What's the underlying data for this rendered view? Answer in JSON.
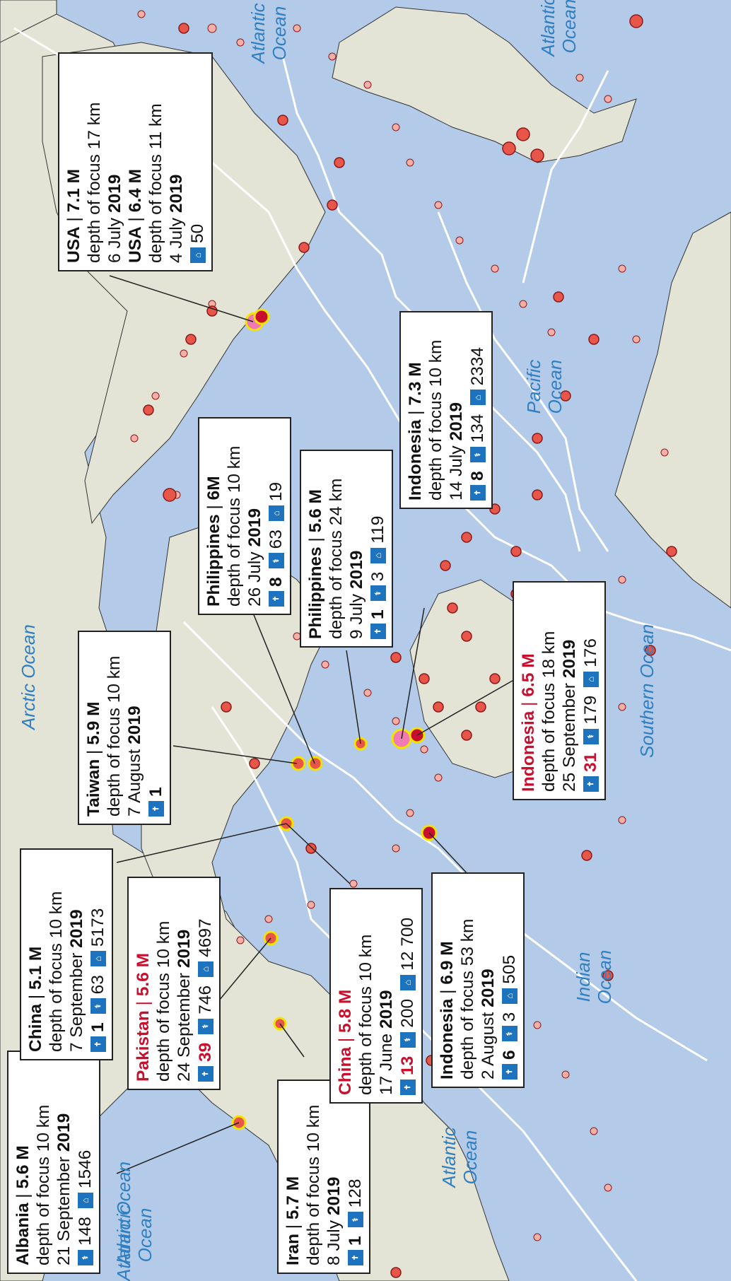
{
  "oceans": {
    "atlantic_bl": "Atlantic Ocean",
    "iran_atlantic": "Atlantic Ocean",
    "indian": "Indian Ocean",
    "southern": "Southern Ocean",
    "pacific": "Pacific Ocean",
    "arctic": "Arctic Ocean",
    "atlantic_tr": "Atlantic Ocean",
    "atlantic_top": "Atlantic Ocean"
  },
  "labels": {
    "albania": {
      "country": "Albania",
      "mag": "5.6 M",
      "depth": "depth of focus 10 km",
      "date": "21 September",
      "year": "2019",
      "injured": "148",
      "buildings": "1546"
    },
    "iran": {
      "country": "Iran",
      "mag": "5.7 M",
      "depth": "depth of focus 10 km",
      "date": "8 July",
      "year": "2019",
      "dead": "1",
      "injured": "128"
    },
    "china1": {
      "country": "China",
      "mag": "5.1 M",
      "depth": "depth of focus 10 km",
      "date": "7 September",
      "year": "2019",
      "dead": "1",
      "injured": "63",
      "buildings": "5173"
    },
    "pakistan": {
      "country": "Pakistan",
      "mag": "5.6 M",
      "depth": "depth of focus 10 km",
      "date": "24 September",
      "year": "2019",
      "dead": "39",
      "injured": "746",
      "buildings": "4697"
    },
    "china2": {
      "country": "China",
      "mag": "5.8 M",
      "depth": "depth of focus 10 km",
      "date": "17 June",
      "year": "2019",
      "dead": "13",
      "injured": "200",
      "buildings": "12 700"
    },
    "indonesia_aug": {
      "country": "Indonesia",
      "mag": "6.9 M",
      "depth": "depth of focus 53 km",
      "date": "2 August",
      "year": "2019",
      "dead": "6",
      "injured": "3",
      "buildings": "505"
    },
    "taiwan": {
      "country": "Taiwan",
      "mag": "5.9 M",
      "depth": "depth of focus 10 km",
      "date": "7 August",
      "year": "2019",
      "dead": "1"
    },
    "indonesia_sep": {
      "country": "Indonesia",
      "mag": "6.5 M",
      "depth": "depth of focus 18 km",
      "date": "25 September",
      "year": "2019",
      "dead": "31",
      "injured": "179",
      "buildings": "176"
    },
    "phil_jul26": {
      "country": "Philippines",
      "mag": "6M",
      "depth": "depth of focus 10 km",
      "date": "26 July",
      "year": "2019",
      "dead": "8",
      "injured": "63",
      "buildings": "19"
    },
    "phil_jul9": {
      "country": "Philippines",
      "mag": "5.6 M",
      "depth": "depth of focus 24 km",
      "date": "9 July",
      "year": "2019",
      "dead": "1",
      "injured": "3",
      "buildings": "119"
    },
    "indonesia_jul": {
      "country": "Indonesia",
      "mag": "7.3 M",
      "depth": "depth of focus 10 km",
      "date": "14 July",
      "year": "2019",
      "dead": "8",
      "injured": "134",
      "buildings": "2334"
    },
    "usa": {
      "country1": "USA",
      "mag1": "7.1 M",
      "depth1": "depth of focus 17 km",
      "date1": "6 July",
      "year1": "2019",
      "country2": "USA",
      "mag2": "6.4 M",
      "depth2": "depth of focus 11 km",
      "date2": "4 July",
      "year2": "2019",
      "buildings": "50"
    }
  },
  "icons": {
    "dead": "person-cross-icon",
    "injured": "injured-person-icon",
    "buildings": "damaged-building-icon"
  },
  "colors": {
    "ocean": "#b3cbe8",
    "land": "#e3e4d6",
    "plate_line": "#ffffff",
    "quake": "#e8564a",
    "quake_edge": "#8a1a1a",
    "minor_quake": "#f4b0a8",
    "highlight_ring": "#f2e400",
    "highlight_fill": "#f07ab4",
    "country_red": "#c8102e",
    "icon_blue": "#1e73be"
  }
}
